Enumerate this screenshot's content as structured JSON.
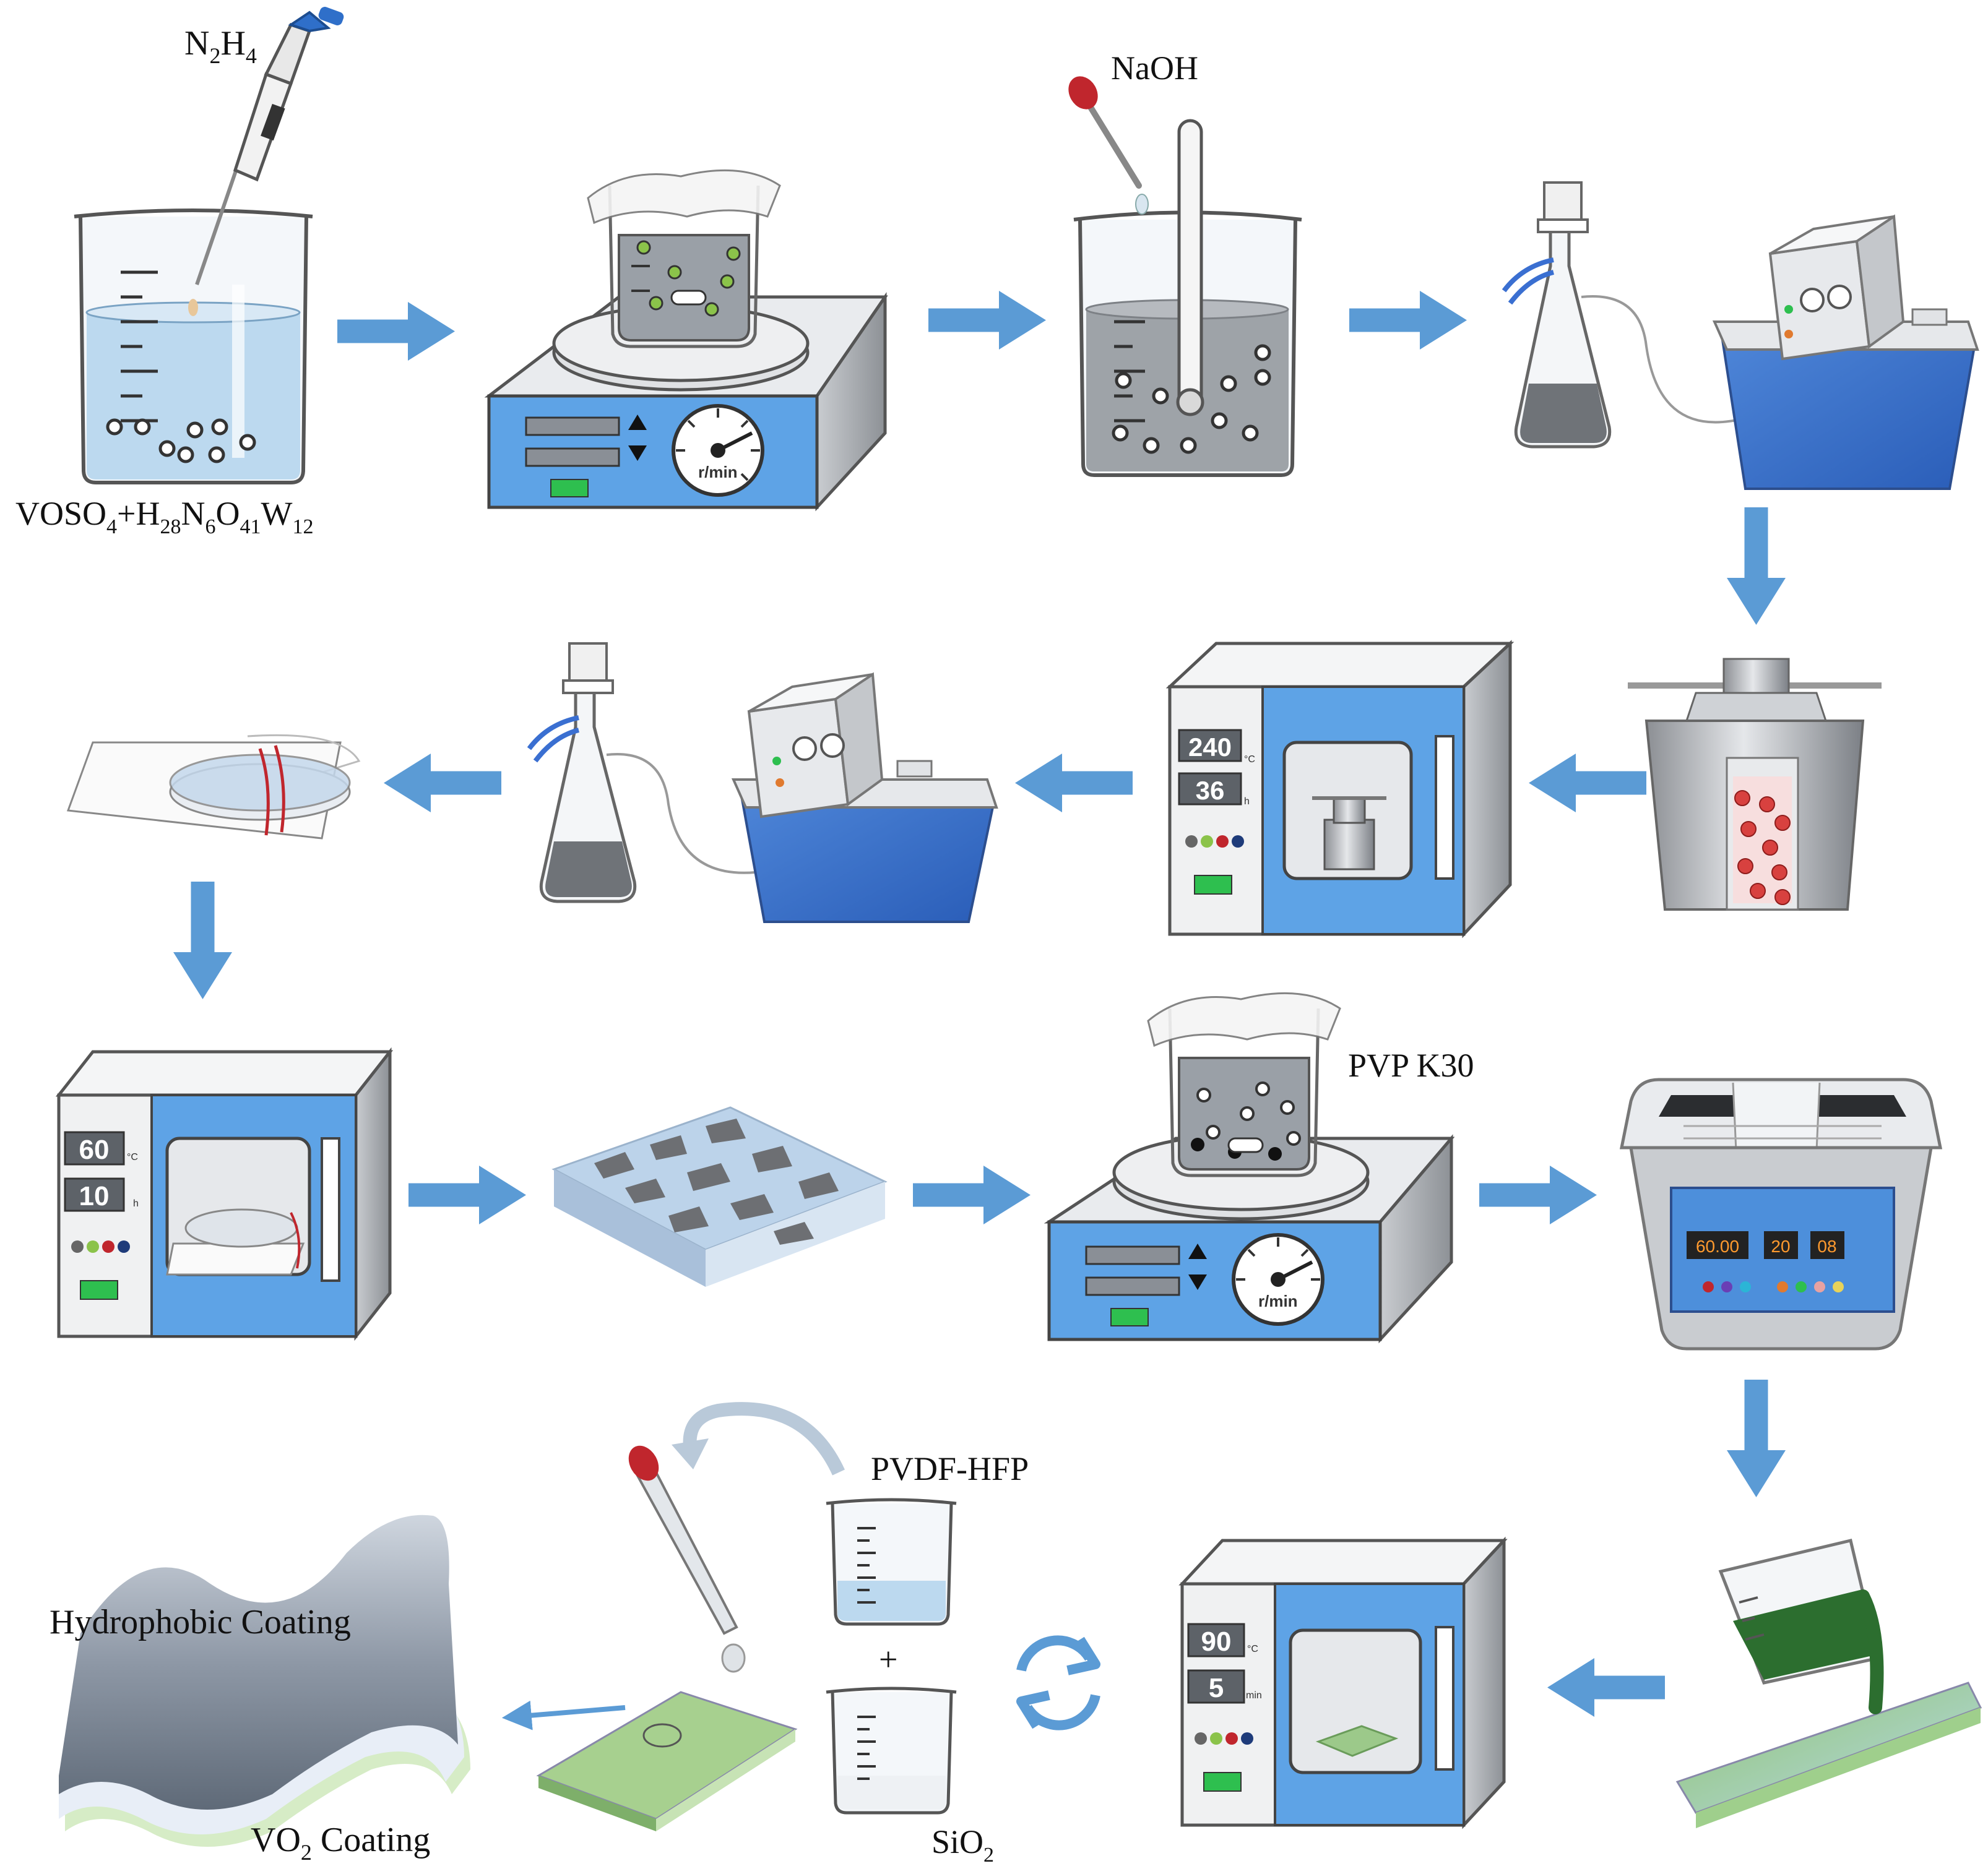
{
  "labels": {
    "hydrazine": "N",
    "hydrazine_sub1": "2",
    "hydrazine_h": "H",
    "hydrazine_sub2": "4",
    "precursor_parts": [
      "VOSO",
      "4",
      "+H",
      "28",
      "N",
      "6",
      "O",
      "41",
      "W",
      "12"
    ],
    "naoh": "NaOH",
    "pvp": "PVP K30",
    "pvdf": "PVDF-HFP",
    "plus": "+",
    "sio2": "SiO",
    "sio2_sub": "2",
    "hydrophobic": "Hydrophobic Coating",
    "vo2": "VO",
    "vo2_sub": "2",
    "vo2_rest": " Coating"
  },
  "stirrer": {
    "speed_label": "r/min"
  },
  "ovens": [
    {
      "temp": "240",
      "temp_unit": "°C",
      "time": "36",
      "time_unit": "h"
    },
    {
      "temp": "60",
      "temp_unit": "°C",
      "time": "10",
      "time_unit": "h"
    },
    {
      "temp": "90",
      "temp_unit": "°C",
      "time": "5",
      "time_unit": "min"
    }
  ],
  "ultrasonic": {
    "display1": "60.00",
    "display2": "20",
    "display3": "08"
  },
  "colors": {
    "arrow": "#5b9bd5",
    "panel": "#5ea3e6",
    "liquid": "#bcd9ef",
    "green_film": "#9cc98a"
  }
}
